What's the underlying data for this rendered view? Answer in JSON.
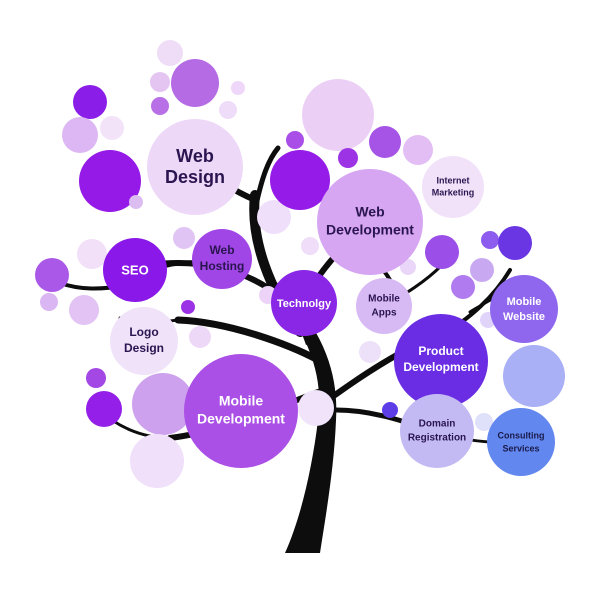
{
  "colors": {
    "trunk": "#0d0d0d",
    "text_dark": "#2a1550",
    "text_light": "#ffffff"
  },
  "nodes": {
    "web_design": {
      "lines": [
        "Web",
        "Design"
      ]
    },
    "web_development": {
      "lines": [
        "Web",
        "Development"
      ]
    },
    "internet_marketing": {
      "lines": [
        "Internet",
        "Marketing"
      ]
    },
    "seo": {
      "lines": [
        "SEO"
      ]
    },
    "web_hosting": {
      "lines": [
        "Web",
        "Hosting"
      ]
    },
    "technology": {
      "lines": [
        "Technolgy"
      ]
    },
    "mobile_apps": {
      "lines": [
        "Mobile",
        "Apps"
      ]
    },
    "mobile_website": {
      "lines": [
        "Mobile",
        "Website"
      ]
    },
    "logo_design": {
      "lines": [
        "Logo",
        "Design"
      ]
    },
    "product_development": {
      "lines": [
        "Product",
        "Development"
      ]
    },
    "mobile_development": {
      "lines": [
        "Mobile",
        "Development"
      ]
    },
    "domain_registration": {
      "lines": [
        "Domain",
        "Registration"
      ]
    },
    "consulting_services": {
      "lines": [
        "Consulting",
        "Services"
      ]
    }
  }
}
